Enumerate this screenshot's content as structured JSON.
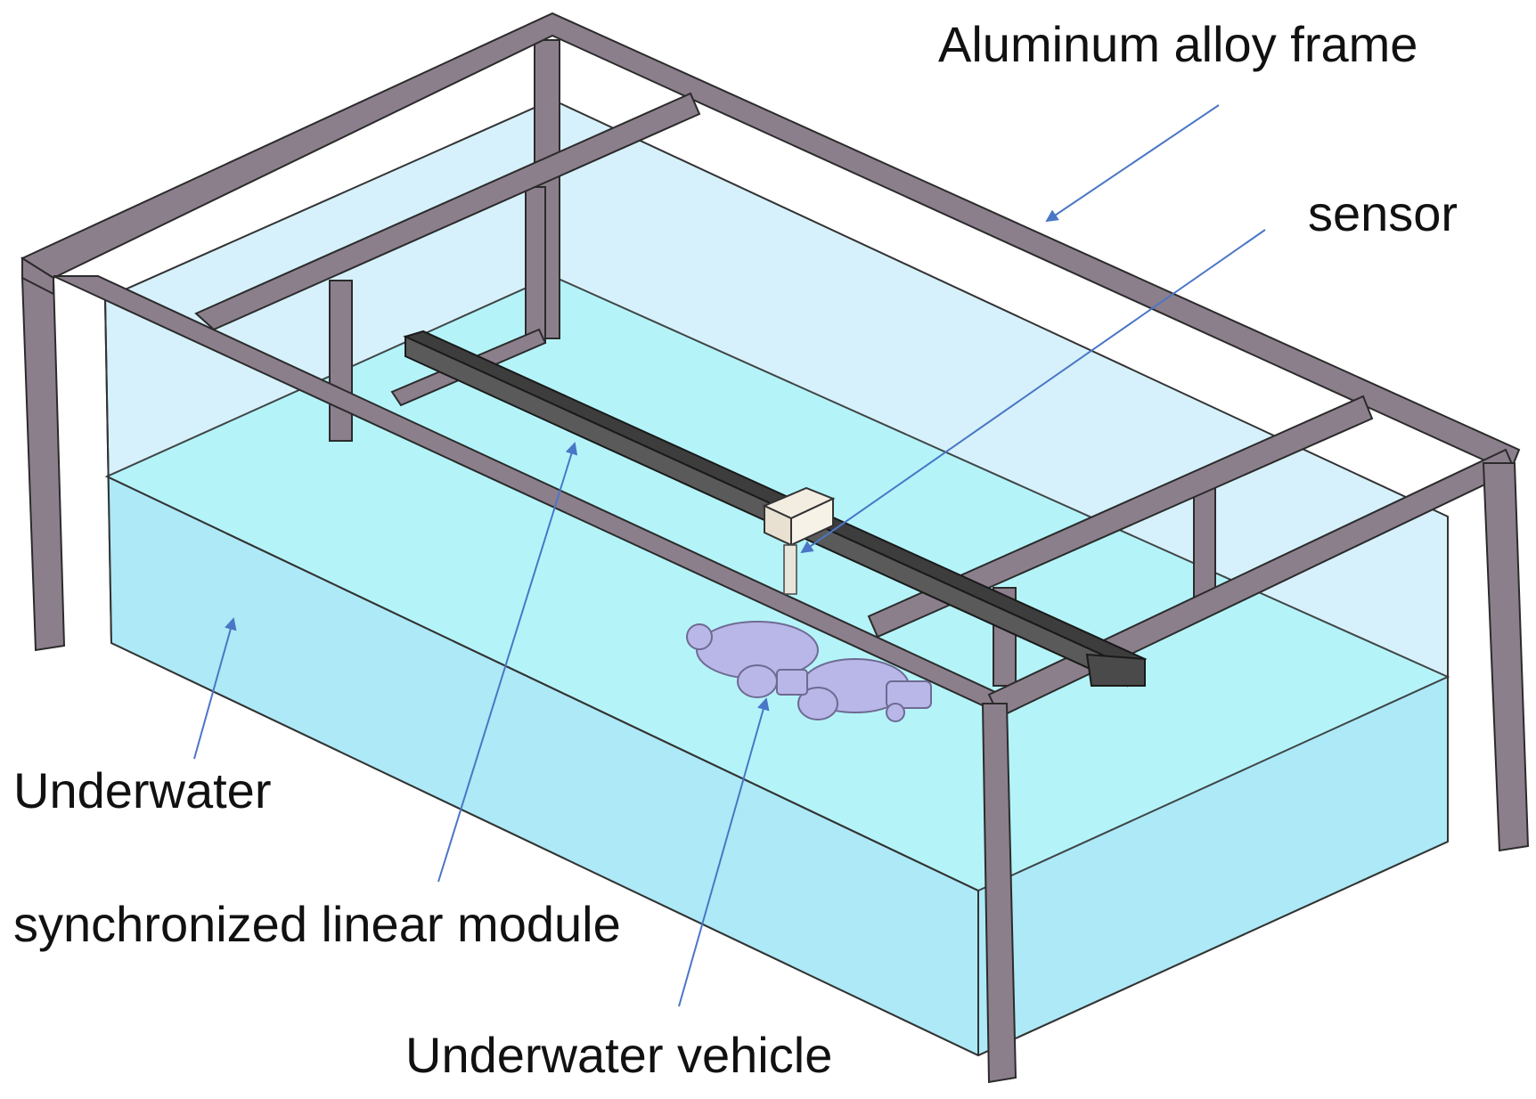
{
  "labels": {
    "frame": "Aluminum alloy frame",
    "sensor": "sensor",
    "underwater": "Underwater",
    "linear_module": "synchronized linear module",
    "vehicle": "Underwater vehicle"
  },
  "colors": {
    "frame_fill": "#8c7f8c",
    "frame_stroke": "#2b2b2b",
    "water_deep": "#9fe6f3",
    "water_surface": "#a9f2f8",
    "tank_wall": "#cfeffb",
    "rail": "#4a4a4a",
    "leader_line": "#4a76c6"
  },
  "icons": [
    "sensor-block-icon",
    "underwater-vehicle-icon"
  ]
}
